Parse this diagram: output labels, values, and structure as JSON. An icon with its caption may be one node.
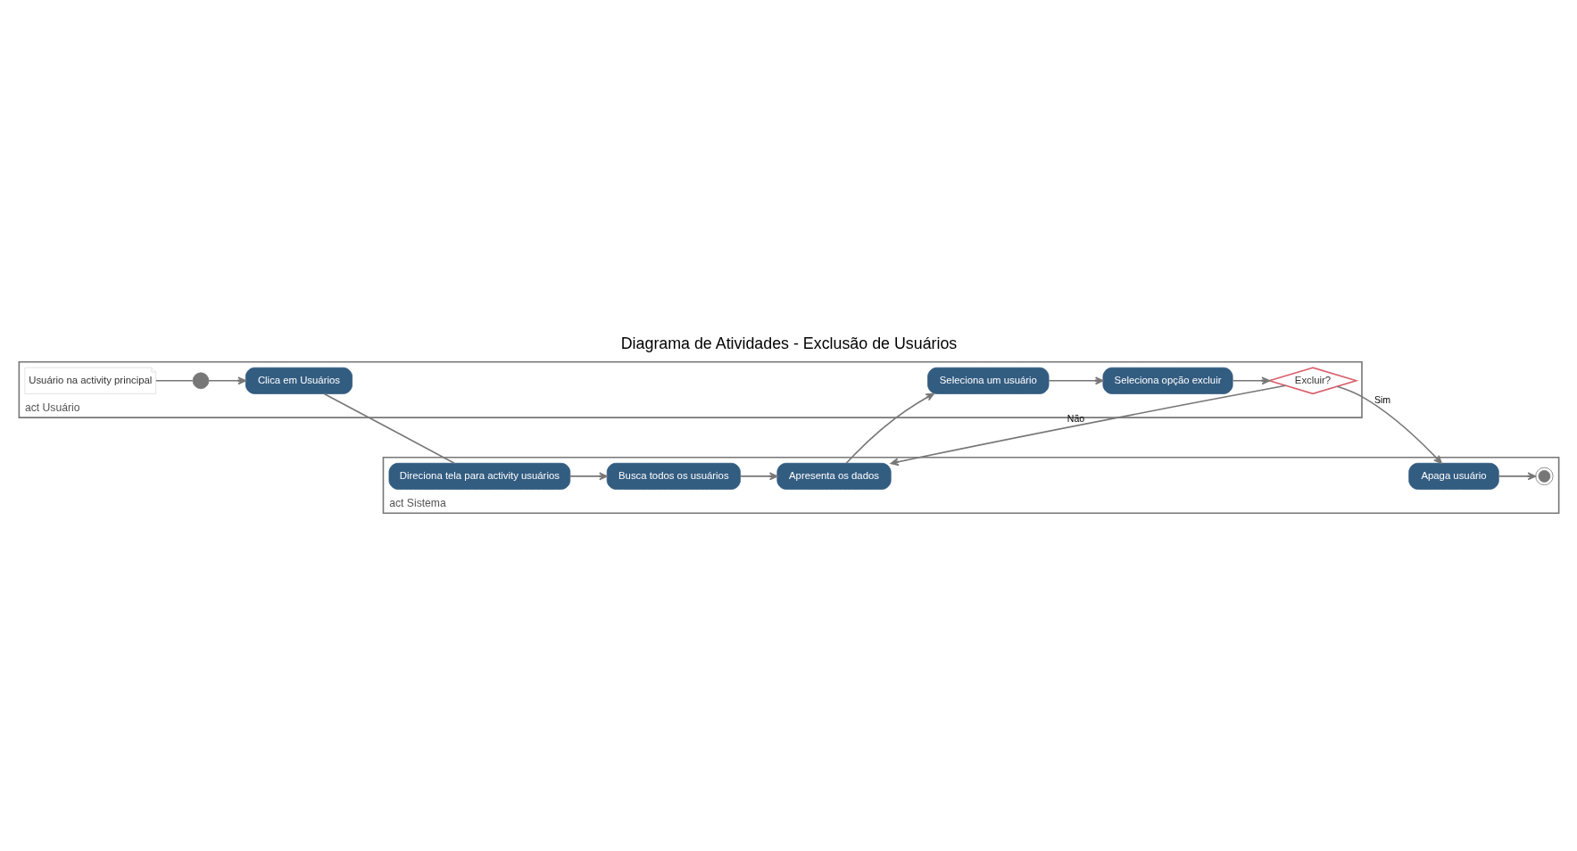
{
  "diagram": {
    "title": "Diagrama de Atividades - Exclusão de Usuários",
    "nodes": [
      {
        "text": [
          "act Usuário"
        ]
      },
      {
        "text": [
          "Usuário na activity principal"
        ],
        "in": 0
      },
      {
        "text": [],
        "shape": "circle",
        "in": 0
      },
      {
        "text": [
          "Clica em Usuários"
        ],
        "in": 0
      },
      {
        "text": [
          "act Sistema"
        ]
      },
      {
        "text": [
          "Direciona tela para activity usuários"
        ],
        "in": 4
      },
      {
        "text": [
          "Busca todos os usuários"
        ],
        "in": 4
      },
      {
        "text": [
          "Excluir?"
        ],
        "in": 0
      },
      {
        "text": [
          "Seleciona opção excluir"
        ],
        "in": 0
      },
      {
        "text": [
          "Seleciona um usuário"
        ],
        "in": 0
      },
      {
        "text": [
          "Apresenta os dados"
        ],
        "in": 4
      },
      {
        "text": [
          "Apaga usuário"
        ],
        "in": 4
      },
      {
        "text": [],
        "shape": "circle",
        "in": 4
      }
    ],
    "edges": [
      {
        "from": 1,
        "to": 2,
        "arrow": "none"
      },
      {
        "from": 2,
        "to": 3,
        "arrow": "to"
      },
      {
        "from": 3,
        "to": 5,
        "arrow": "none"
      },
      {
        "from": 5,
        "to": 6,
        "arrow": "to"
      },
      {
        "from": 6,
        "to": 10,
        "arrow": "to"
      },
      {
        "from": 10,
        "to": 9,
        "arrow": "to"
      },
      {
        "from": 9,
        "to": 8,
        "arrow": "to"
      },
      {
        "from": 8,
        "to": 7,
        "arrow": "to"
      },
      {
        "from": 7,
        "to": 10,
        "arrow": "to",
        "label": "Não"
      },
      {
        "from": 7,
        "to": 11,
        "arrow": "to",
        "label": "Sim"
      },
      {
        "from": 11,
        "to": 12,
        "arrow": "to"
      }
    ]
  }
}
